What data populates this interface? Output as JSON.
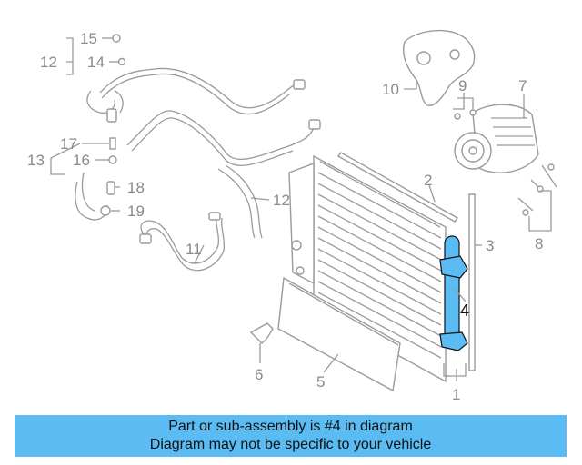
{
  "diagram": {
    "highlight_color": "#5bbcf4",
    "callouts": {
      "c1": "1",
      "c2": "2",
      "c3": "3",
      "c4": "4",
      "c5": "5",
      "c6": "6",
      "c7": "7",
      "c8": "8",
      "c9": "9",
      "c10": "10",
      "c11": "11",
      "c12a": "12",
      "c12b": "12",
      "c13": "13",
      "c14": "14",
      "c15": "15",
      "c16": "16",
      "c17": "17",
      "c18": "18",
      "c19": "19"
    }
  },
  "banner": {
    "line1": "Part or sub-assembly is #4 in diagram",
    "line2": "Diagram may not be specific to your vehicle",
    "color": "#5bbcf4"
  }
}
